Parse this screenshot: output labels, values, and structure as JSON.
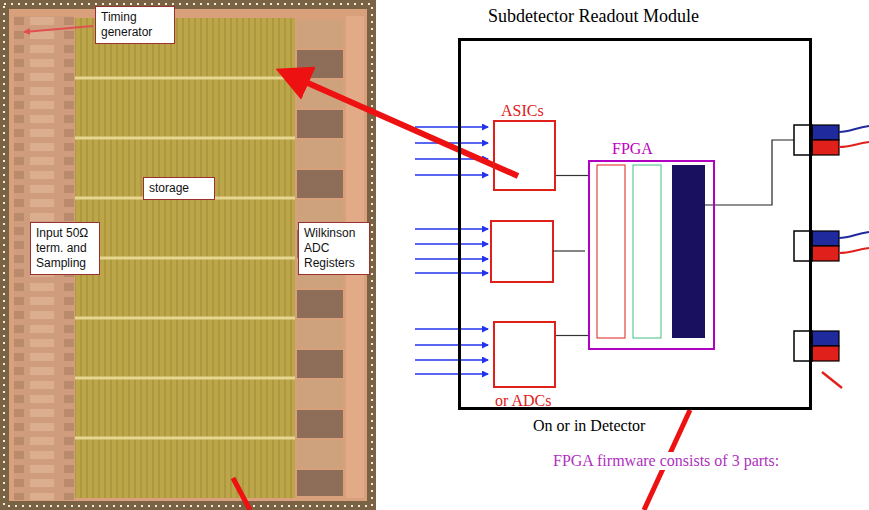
{
  "diagram": {
    "nodes": [
      {
        "text": [
          "Timing generator"
        ]
      },
      {
        "text": [
          "storage"
        ]
      },
      {
        "text": [
          "Input 50Ω term. and Sampling"
        ]
      },
      {
        "text": [
          "Wilkinson ADC Registers"
        ]
      },
      {
        "text": [
          "Subdetector Readout Module",
          "On or in Detector"
        ]
      },
      {
        "text": [
          "ASICs"
        ],
        "in": 4
      },
      {
        "text": [
          "FPGA"
        ],
        "in": 4
      },
      {
        "text": [
          "or ADCs"
        ],
        "in": 4
      }
    ],
    "edges": [
      {
        "from": 5,
        "to": 6,
        "arrow": "none"
      },
      {
        "from": 7,
        "to": 6,
        "arrow": "none"
      }
    ],
    "labels": [
      "FPGA firmware consists of 3 parts:"
    ]
  }
}
